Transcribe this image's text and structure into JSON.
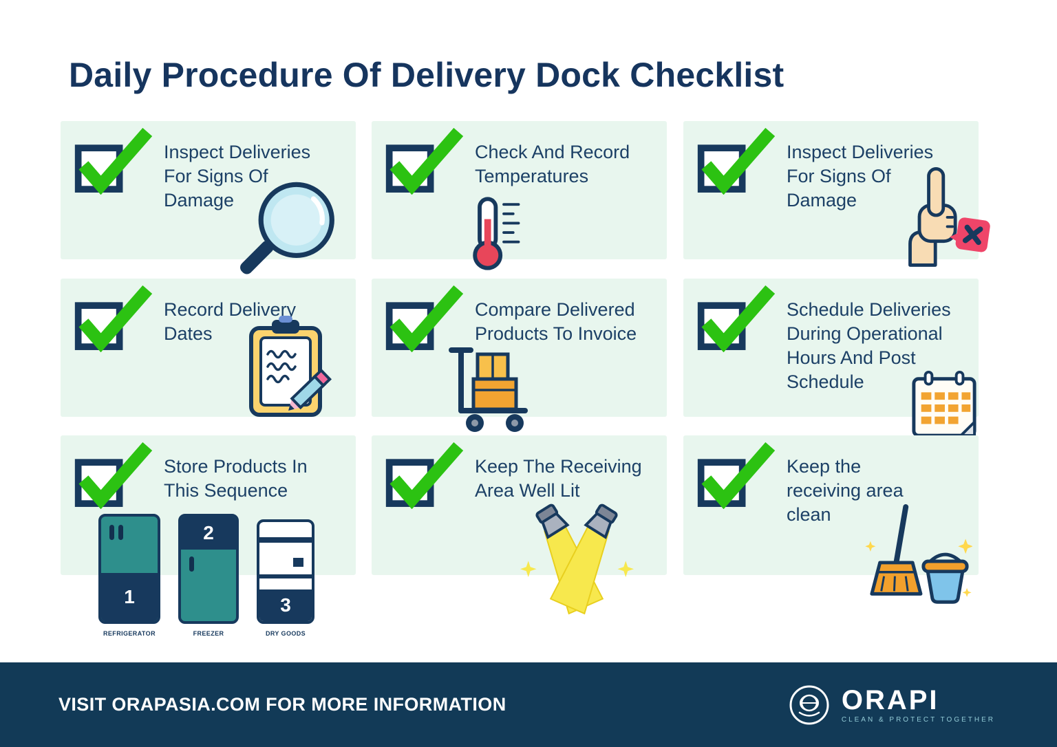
{
  "title": "Daily Procedure Of Delivery Dock Checklist",
  "cards": [
    {
      "text": "Inspect Deliveries For Signs Of Damage",
      "icon": "magnifier-icon"
    },
    {
      "text": "Check And Record Temperatures",
      "icon": "thermometer-icon"
    },
    {
      "text": "Inspect Deliveries For Signs Of Damage",
      "icon": "reject-hand-icon"
    },
    {
      "text": "Record Delivery Dates",
      "icon": "clipboard-icon"
    },
    {
      "text": "Compare Delivered Products To Invoice",
      "icon": "handtruck-icon"
    },
    {
      "text": "Schedule Deliveries During Operational Hours And Post Schedule",
      "icon": "calendar-icon"
    },
    {
      "text": "Store Products In This Sequence",
      "icon": "storage-sequence-icon"
    },
    {
      "text": "Keep The Receiving Area Well Lit",
      "icon": "spotlights-icon"
    },
    {
      "text": "Keep the receiving area clean",
      "icon": "cleaning-icon"
    }
  ],
  "storage": {
    "items": [
      {
        "number": "1",
        "label": "REFRIGERATOR"
      },
      {
        "number": "2",
        "label": "FREEZER"
      },
      {
        "number": "3",
        "label": "DRY GOODS"
      }
    ]
  },
  "footer": {
    "info_text": "VISIT ORAPASIA.COM FOR MORE INFORMATION",
    "brand": "ORAPI",
    "tagline": "CLEAN & PROTECT TOGETHER"
  },
  "colors": {
    "check_green": "#2cc212",
    "navy": "#17395d",
    "card_bg": "#e8f6ee",
    "footer_bg": "#123a57",
    "pink": "#ef4569",
    "orange": "#f2a431",
    "teal": "#2e8f8c",
    "beam_yellow": "#f7e84d",
    "bucket_blue": "#7fc4ea"
  }
}
